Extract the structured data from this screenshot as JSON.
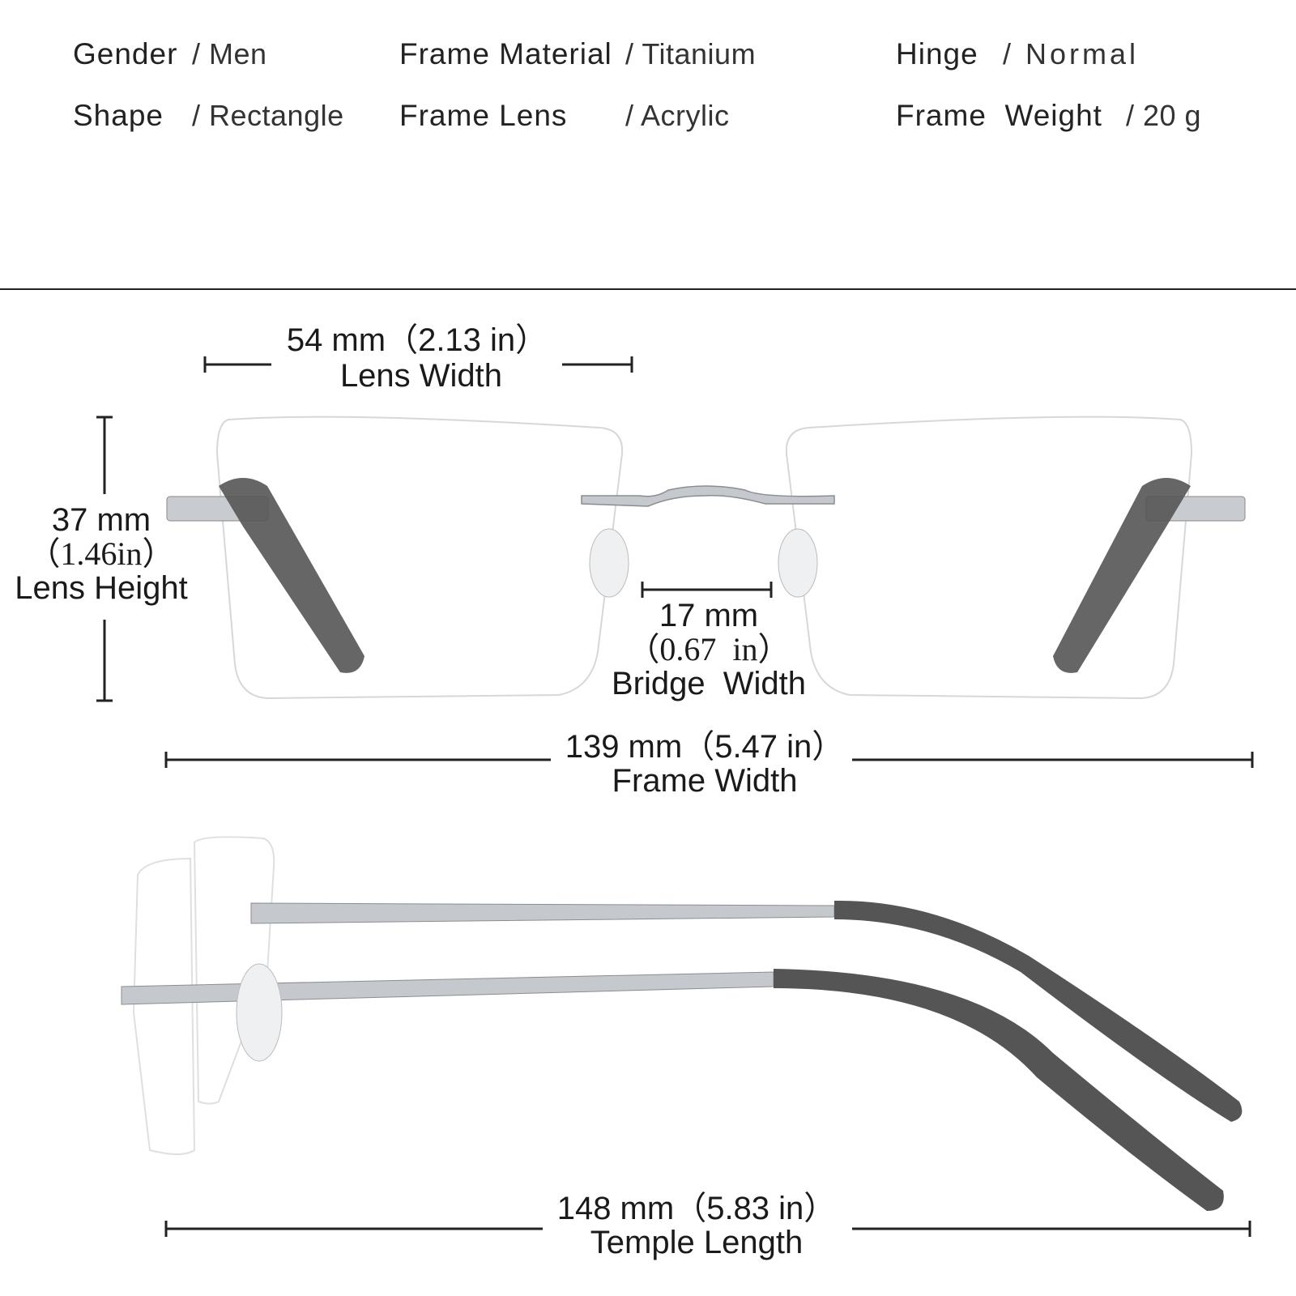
{
  "specs": [
    {
      "label": "Gender",
      "value": "/ Men"
    },
    {
      "label": "Frame Material",
      "value": "/ Titanium"
    },
    {
      "label": "Hinge",
      "value": "/ Normal"
    },
    {
      "label": "Shape",
      "value": "/ Rectangle"
    },
    {
      "label": "Frame Lens",
      "value": "/ Acrylic"
    },
    {
      "label": "Frame  Weight",
      "value": "/ 20 g"
    }
  ],
  "dimensions": {
    "lens_width": {
      "value": "54 mm（2.13 in）",
      "label": "Lens Width"
    },
    "lens_height": {
      "value": "37 mm",
      "value_in": "（1.46in）",
      "label": "Lens Height"
    },
    "bridge_width": {
      "value": "17 mm",
      "value_in": "（0.67  in）",
      "label": "Bridge  Width"
    },
    "frame_width": {
      "value": "139 mm（5.47 in）",
      "label": "Frame Width"
    },
    "temple_length": {
      "value": "148 mm（5.83 in）",
      "label": "Temple Length"
    }
  },
  "colors": {
    "text": "#1a1a1a",
    "metal": "#b9bcc0",
    "temple_tip": "#4a4a4a",
    "lens_edge": "#d0d3d6"
  }
}
